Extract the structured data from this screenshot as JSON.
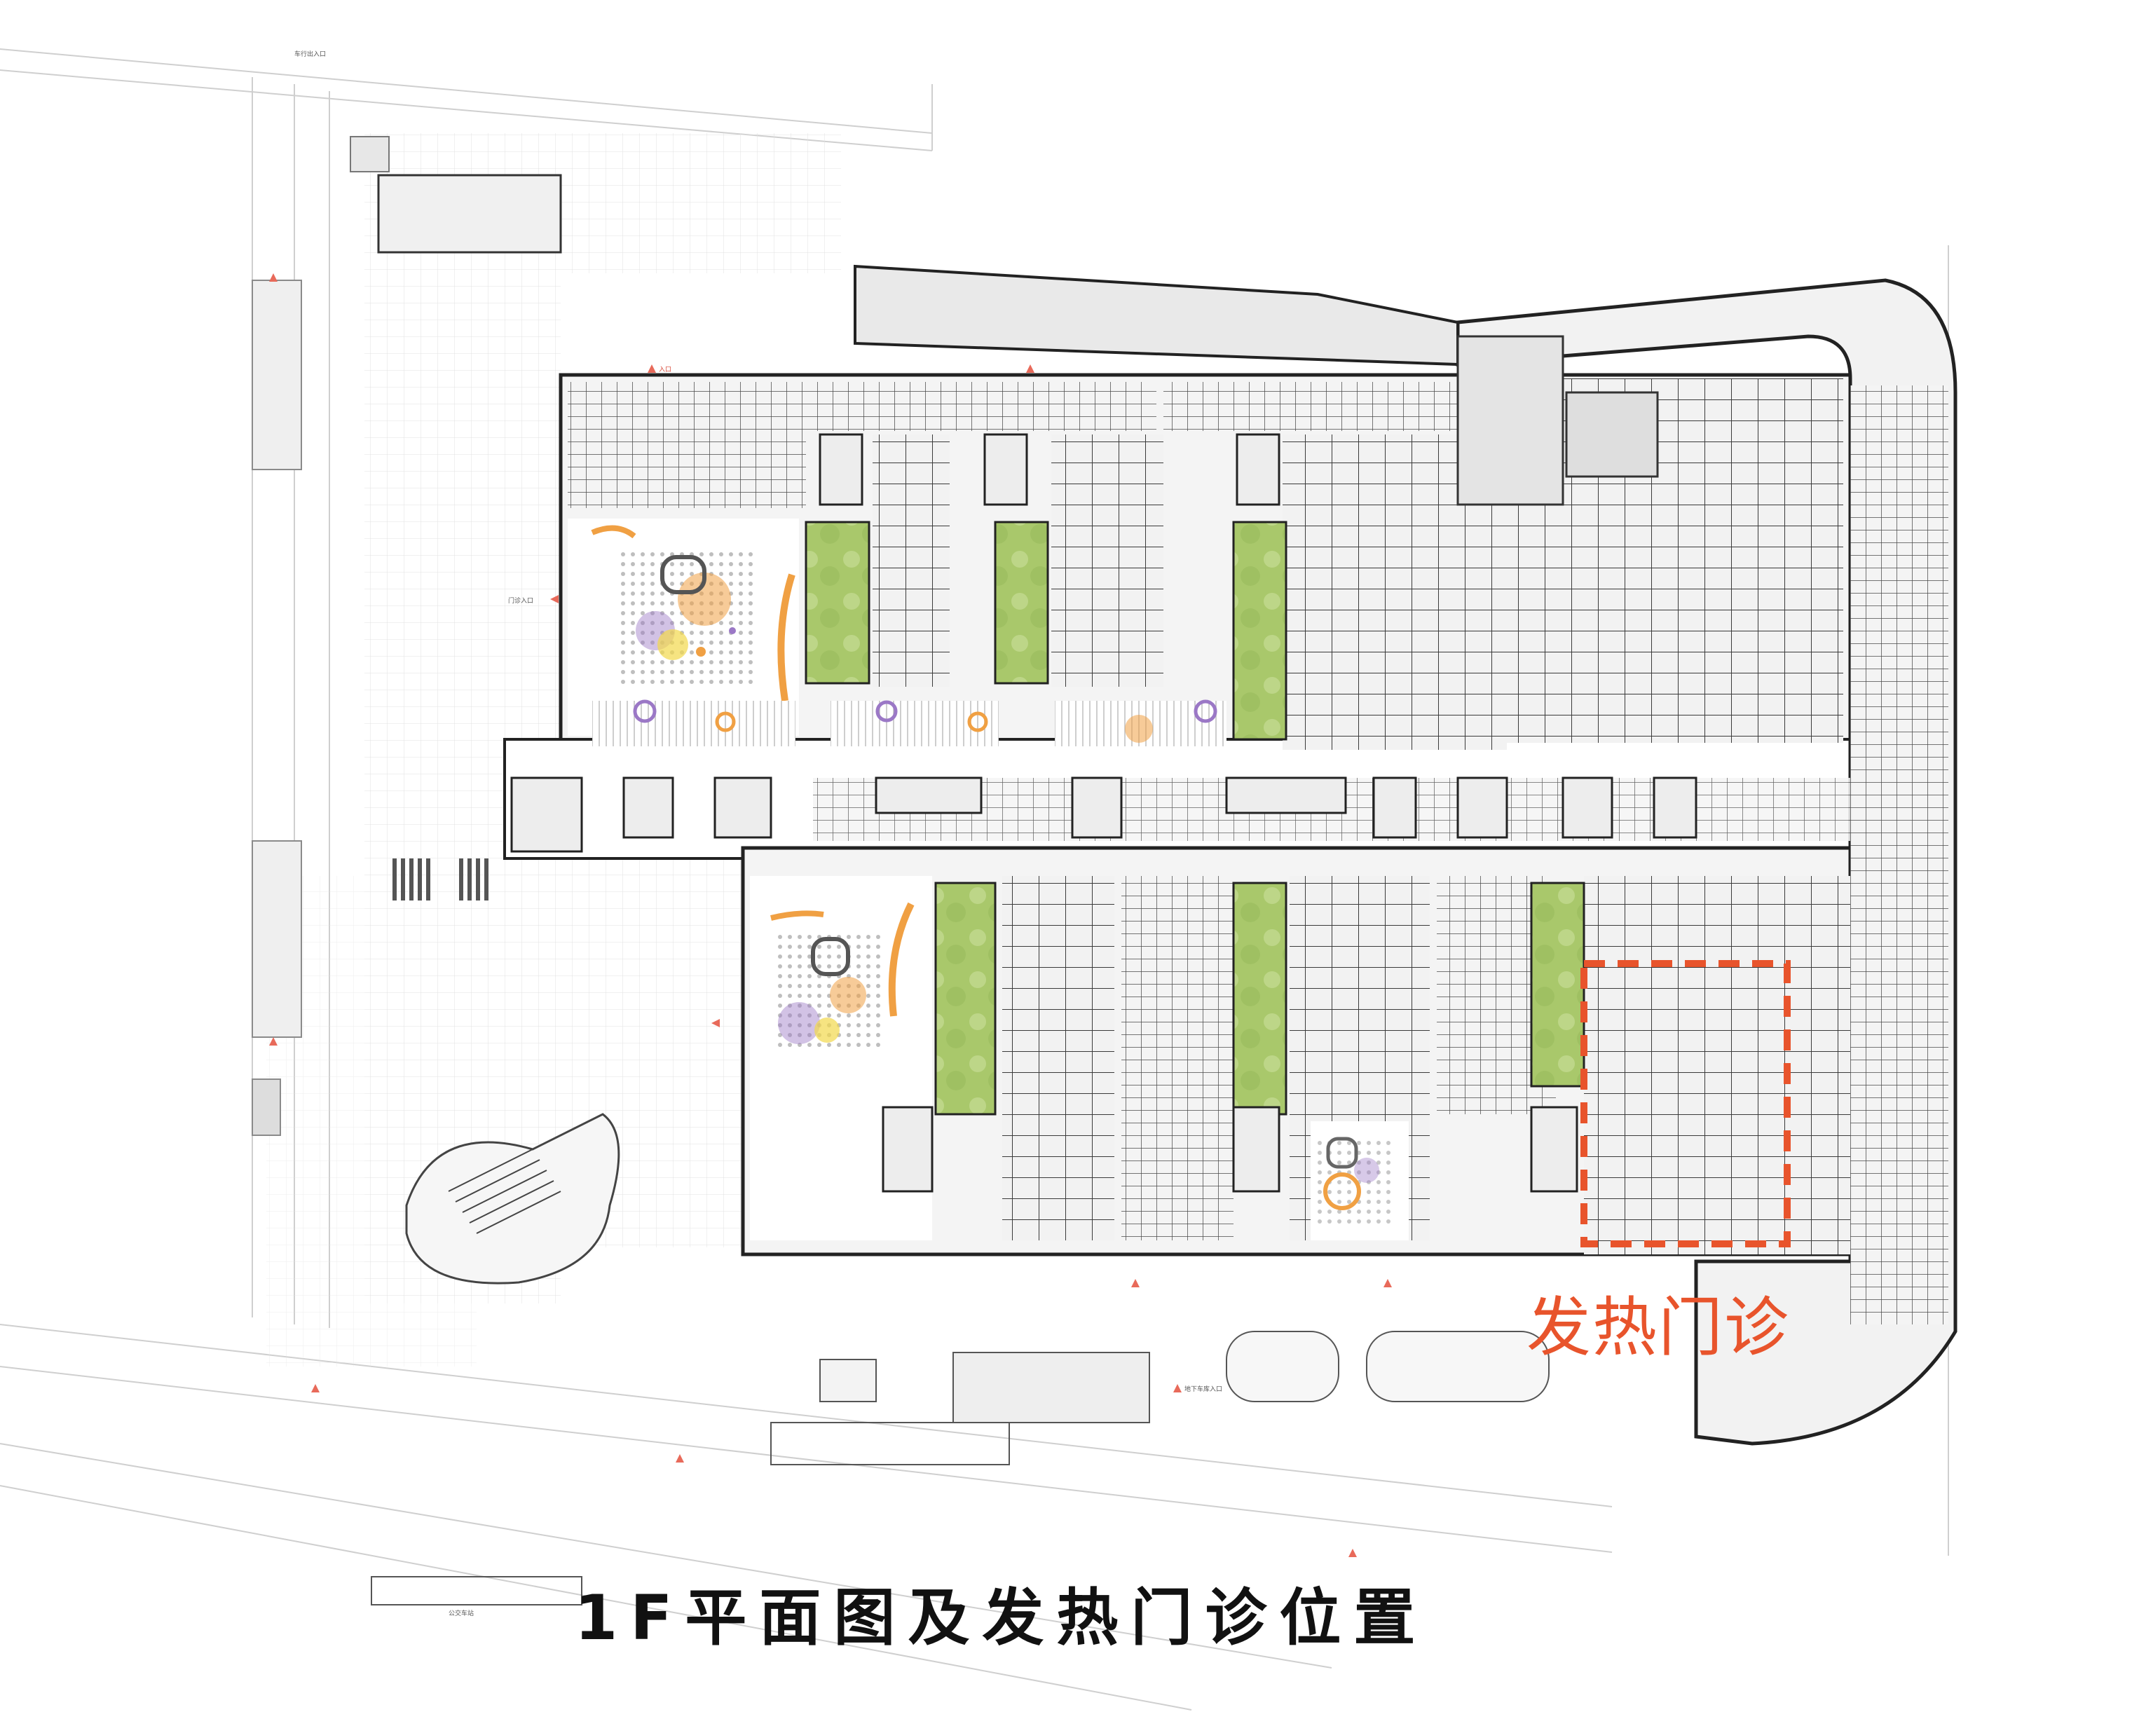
{
  "title": "1F平面图及发热门诊位置",
  "highlight": {
    "label": "发热门诊",
    "color": "#e8542c"
  },
  "colors": {
    "courtyard_green": "#a9c86b",
    "courtyard_green_light": "#c7dc95",
    "accent_orange": "#f0a043",
    "accent_purple": "#9b78c6",
    "accent_yellow": "#f2d84b",
    "wall": "#333333",
    "room_fill": "#ececec",
    "road_line": "#c9c9c9",
    "entrance_marker": "#e86a5a"
  },
  "small_labels": {
    "entrance": "入口",
    "outpatient_entrance": "门诊入口",
    "underground_entrance": "地下车库入口",
    "vehicle_entrance": "车行出入口",
    "bus_stop": "公交车站"
  }
}
